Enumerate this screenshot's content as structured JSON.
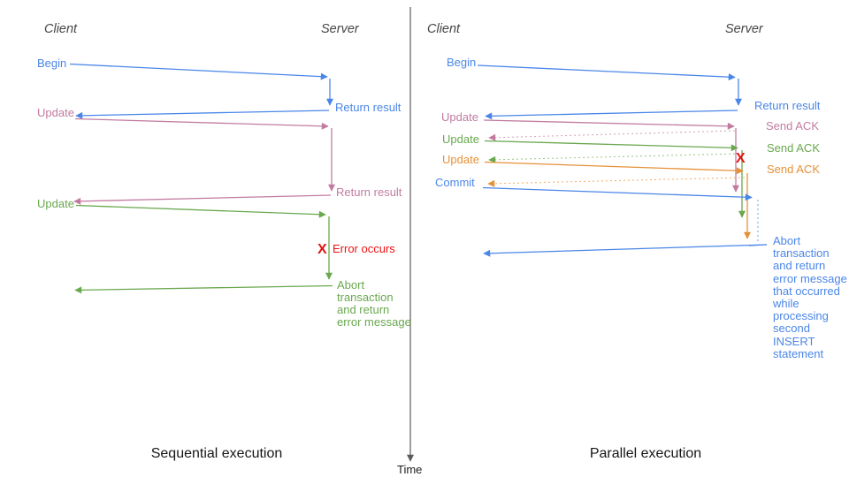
{
  "colors": {
    "blue": "#4a86e8",
    "pink": "#c27ba0",
    "green": "#6aa84f",
    "orange": "#e69138",
    "red": "#ee1111",
    "axis": "#5a5a5a"
  },
  "time_axis": {
    "label": "Time"
  },
  "left": {
    "caption": "Sequential execution",
    "client": "Client",
    "server": "Server",
    "begin": "Begin",
    "return_result_1": "Return result",
    "update_1": "Update",
    "return_result_2": "Return result",
    "update_2": "Update",
    "error_mark": "X",
    "error_label": "Error occurs",
    "abort_lines": [
      "Abort",
      "transaction",
      "and return",
      "error message"
    ]
  },
  "right": {
    "caption": "Parallel execution",
    "client": "Client",
    "server": "Server",
    "begin": "Begin",
    "return_result": "Return result",
    "update_1": "Update",
    "send_ack_1": "Send ACK",
    "update_2": "Update",
    "send_ack_2": "Send ACK",
    "update_3": "Update",
    "send_ack_3": "Send ACK",
    "commit": "Commit",
    "error_mark": "X",
    "abort_lines": [
      "Abort",
      "transaction",
      "and return",
      "error message",
      "that occurred",
      "while",
      "processing",
      "second",
      "INSERT",
      "statement"
    ]
  }
}
